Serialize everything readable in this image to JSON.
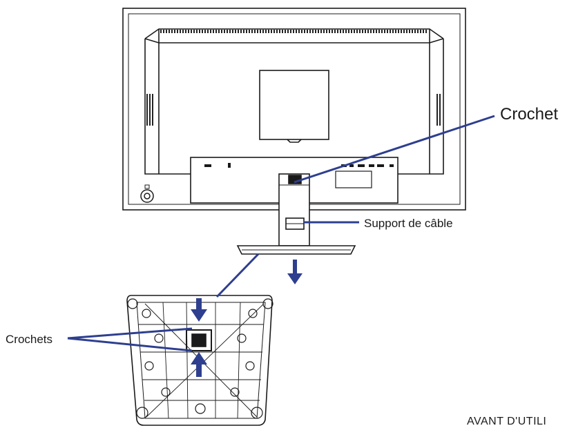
{
  "labels": {
    "hook": "Crochet",
    "cable_holder": "Support de câble",
    "hooks": "Crochets",
    "footer": "AVANT D'UTILI"
  },
  "colors": {
    "line_art": "#1a1a1a",
    "callout": "#2e3f8f",
    "background": "#ffffff"
  },
  "icons": [
    "lock-slot-icon",
    "power-port-icon",
    "down-arrow-icon",
    "up-arrow-icon"
  ]
}
